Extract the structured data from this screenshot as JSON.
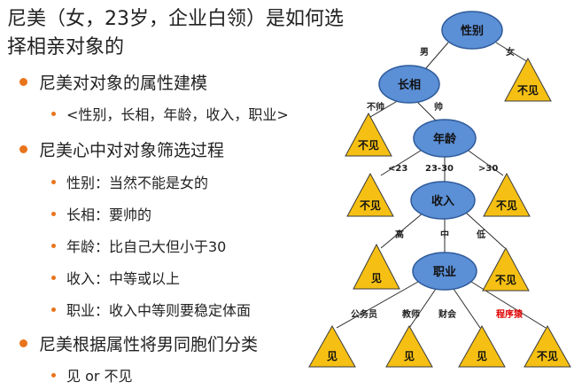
{
  "title": "尼美（女，23岁，企业白领）是如何选择相亲对象的",
  "bullets": [
    {
      "text": "尼美对对象的属性建模",
      "sub": [
        "<性别，长相，年龄，收入，职业>"
      ]
    },
    {
      "text": "尼美心中对对象筛选过程",
      "sub": [
        "性别：当然不能是女的",
        "长相：要帅的",
        "年龄：比自己大但小于30",
        "收入：中等或以上",
        "职业：收入中等则要稳定体面"
      ]
    },
    {
      "text": "尼美根据属性将男同胞们分类",
      "sub": [
        "见 or 不见"
      ]
    }
  ],
  "tree": {
    "nodes": {
      "gender": "性别",
      "looks": "长相",
      "age": "年龄",
      "income": "收入",
      "job": "职业"
    },
    "leaves": {
      "yes": "见",
      "no": "不见"
    },
    "edges": {
      "male": "男",
      "female": "女",
      "not_handsome": "不帅",
      "handsome": "帅",
      "lt23": "<23",
      "23_30": "23-30",
      "gt30": ">30",
      "high": "高",
      "mid": "中",
      "low": "低",
      "civil": "公务员",
      "teacher": "教师",
      "finance": "财会",
      "programmer": "程序猿"
    },
    "colors": {
      "node_fill": "#5b8fd6",
      "node_stroke": "#2e5a99",
      "leaf_fill": "#f5c013",
      "leaf_stroke": "#3a3a3a",
      "highlight": "#e00000",
      "bullet": "#e8741c"
    }
  }
}
